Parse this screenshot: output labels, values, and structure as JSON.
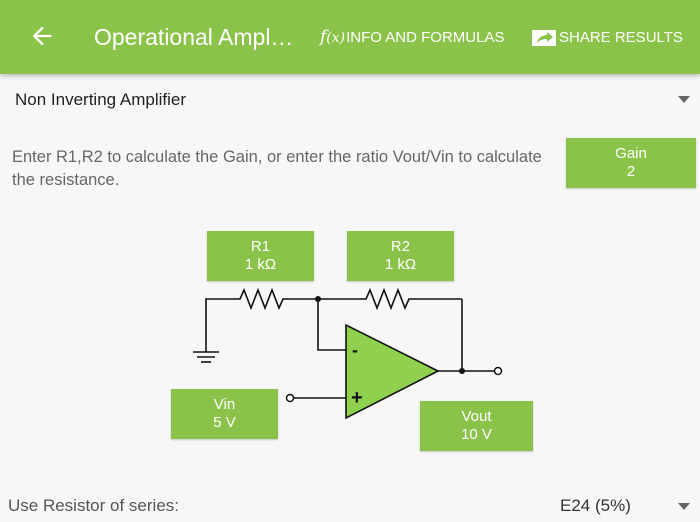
{
  "appbar": {
    "title": "Operational Ampl…",
    "info_fx": "f",
    "info_fx_arg": "(x)",
    "info_label": "INFO AND FORMULAS",
    "share_label": "SHARE RESULTS",
    "icons": {
      "back": "arrow-left-icon",
      "share": "share-icon",
      "info": "function-icon"
    }
  },
  "amplifier_select": {
    "selected": "Non Inverting Amplifier"
  },
  "instructions": "Enter R1,R2 to calculate the Gain, or enter the ratio Vout/Vin to calculate the resistance.",
  "gain": {
    "label": "Gain",
    "value": "2"
  },
  "r1": {
    "label": "R1",
    "value": "1 kΩ"
  },
  "r2": {
    "label": "R2",
    "value": "1 kΩ"
  },
  "vin": {
    "label": "Vin",
    "value": "5 V"
  },
  "vout": {
    "label": "Vout",
    "value": "10 V"
  },
  "opamp": {
    "minus": "-",
    "plus": "+"
  },
  "series": {
    "label": "Use Resistor of series:",
    "selected": "E24 (5%)"
  },
  "colors": {
    "accent": "#8bc34a",
    "opamp_fill": "#8fd14f"
  }
}
